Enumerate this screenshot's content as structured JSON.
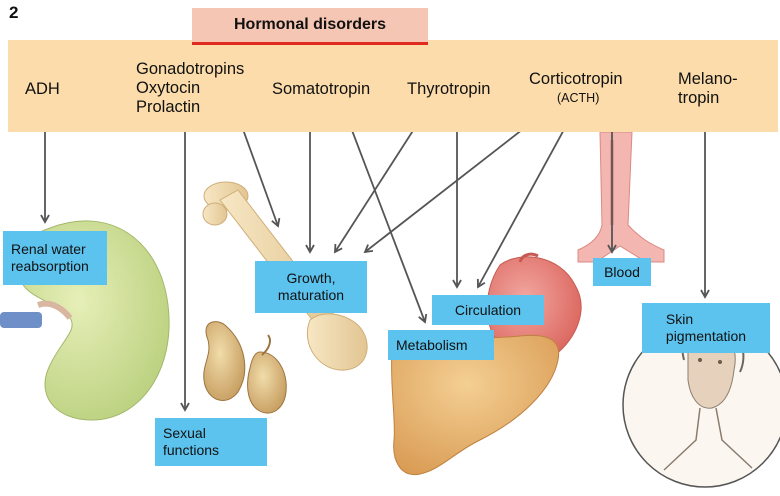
{
  "figure_number": "2",
  "title": "Hormonal disorders",
  "hormones": {
    "adh": "ADH",
    "gonadotropins": "Gonadotropins",
    "oxytocin": "Oxytocin",
    "prolactin": "Prolactin",
    "somatotropin": "Somatotropin",
    "thyrotropin": "Thyrotropin",
    "corticotropin": "Corticotropin",
    "acth": "(ACTH)",
    "melano_1": "Melano-",
    "melano_2": "tropin"
  },
  "effects": {
    "renal_1": "Renal water",
    "renal_2": "reabsorption",
    "growth_1": "Growth,",
    "growth_2": "maturation",
    "sexual_1": "Sexual",
    "sexual_2": "functions",
    "circulation": "Circulation",
    "metabolism": "Metabolism",
    "blood": "Blood",
    "skin_1": "Skin",
    "skin_2": "pigmentation"
  },
  "colors": {
    "band": "#fbdcaa",
    "title_box": "#f6c6b4",
    "title_underline": "#e02a1f",
    "effect_box": "#5bc3ee",
    "arrow": "#555555"
  }
}
